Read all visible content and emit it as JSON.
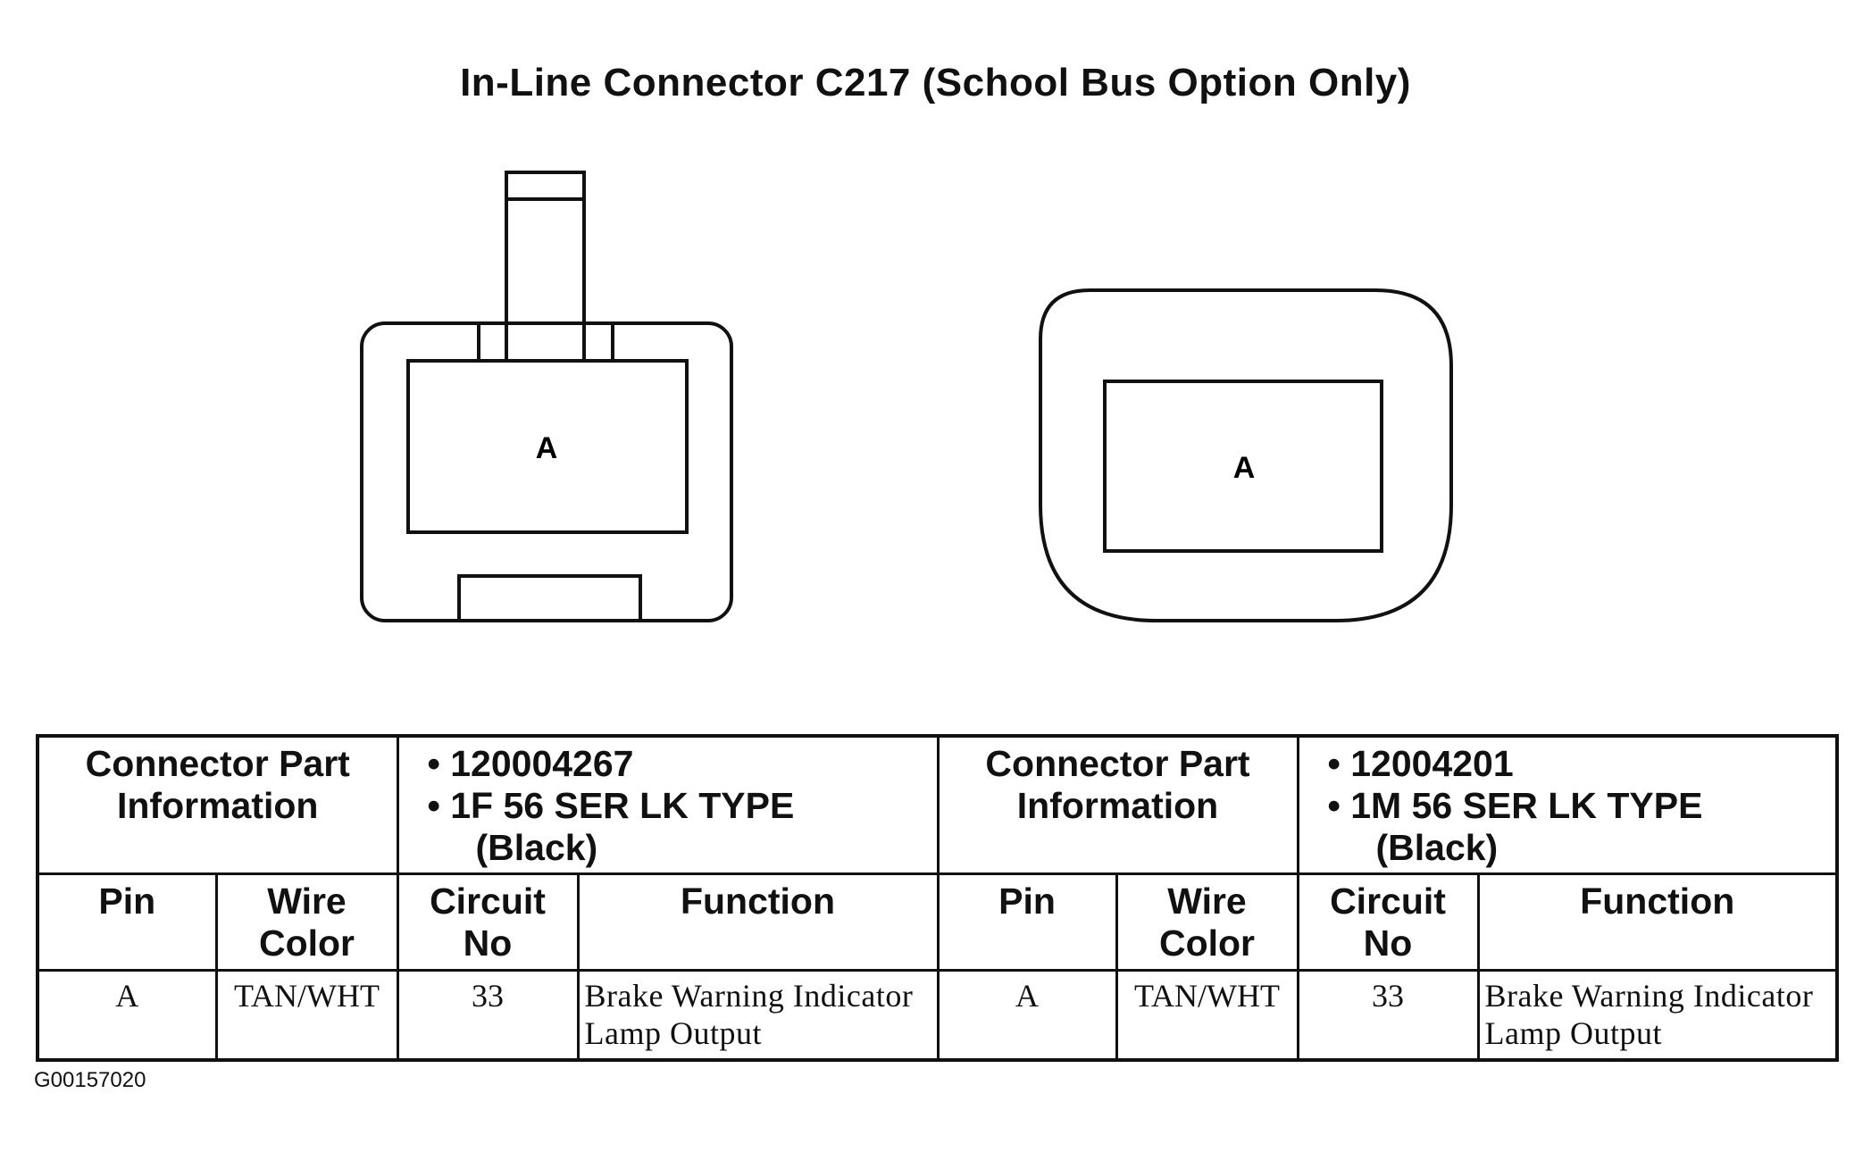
{
  "title": "In-Line Connector C217 (School Bus Option Only)",
  "connector_left": {
    "pin_label": "A"
  },
  "connector_right": {
    "pin_label": "A"
  },
  "table": {
    "left": {
      "part_info_label": "Connector Part Information",
      "part_lines": [
        "• 120004267",
        "• 1F 56 SER LK TYPE",
        "(Black)"
      ],
      "headers": [
        "Pin",
        "Wire Color",
        "Circuit No",
        "Function"
      ],
      "row": {
        "pin": "A",
        "wire_color": "TAN/WHT",
        "circuit": "33",
        "function": "Brake Warning Indicator Lamp Output"
      }
    },
    "right": {
      "part_info_label": "Connector Part Information",
      "part_lines": [
        "• 12004201",
        "• 1M 56 SER LK TYPE",
        "(Black)"
      ],
      "headers": [
        "Pin",
        "Wire Color",
        "Circuit No",
        "Function"
      ],
      "row": {
        "pin": "A",
        "wire_color": "TAN/WHT",
        "circuit": "33",
        "function": "Brake Warning Indicator Lamp Output"
      }
    }
  },
  "figure_id": "G00157020"
}
